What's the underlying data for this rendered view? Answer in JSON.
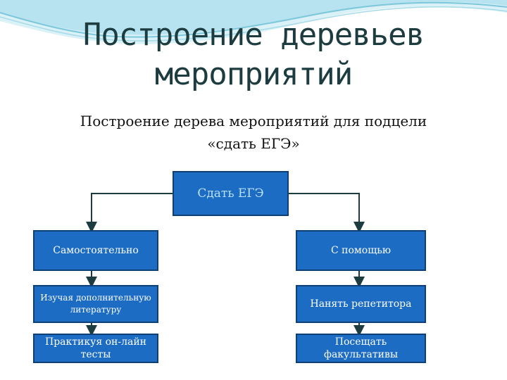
{
  "title_lines": [
    "Построение деревьев",
    "мероприятий"
  ],
  "subtitle_lines": [
    "Построение дерева мероприятий для подцели",
    "«сдать ЕГЭ»"
  ],
  "tree": {
    "root": "Сдать ЕГЭ",
    "left": {
      "label": "Самостоятельно",
      "children": [
        "Изучая дополнительную литературу",
        "Практикуя он-лайн тесты"
      ]
    },
    "right": {
      "label": "С помощью",
      "children": [
        "Нанять репетитора",
        "Посещать факультативы"
      ]
    }
  },
  "colors": {
    "box_fill": "#1c6cc4",
    "box_border": "#0f3f75",
    "connector": "#1d3c40",
    "title": "#1d3c40"
  }
}
